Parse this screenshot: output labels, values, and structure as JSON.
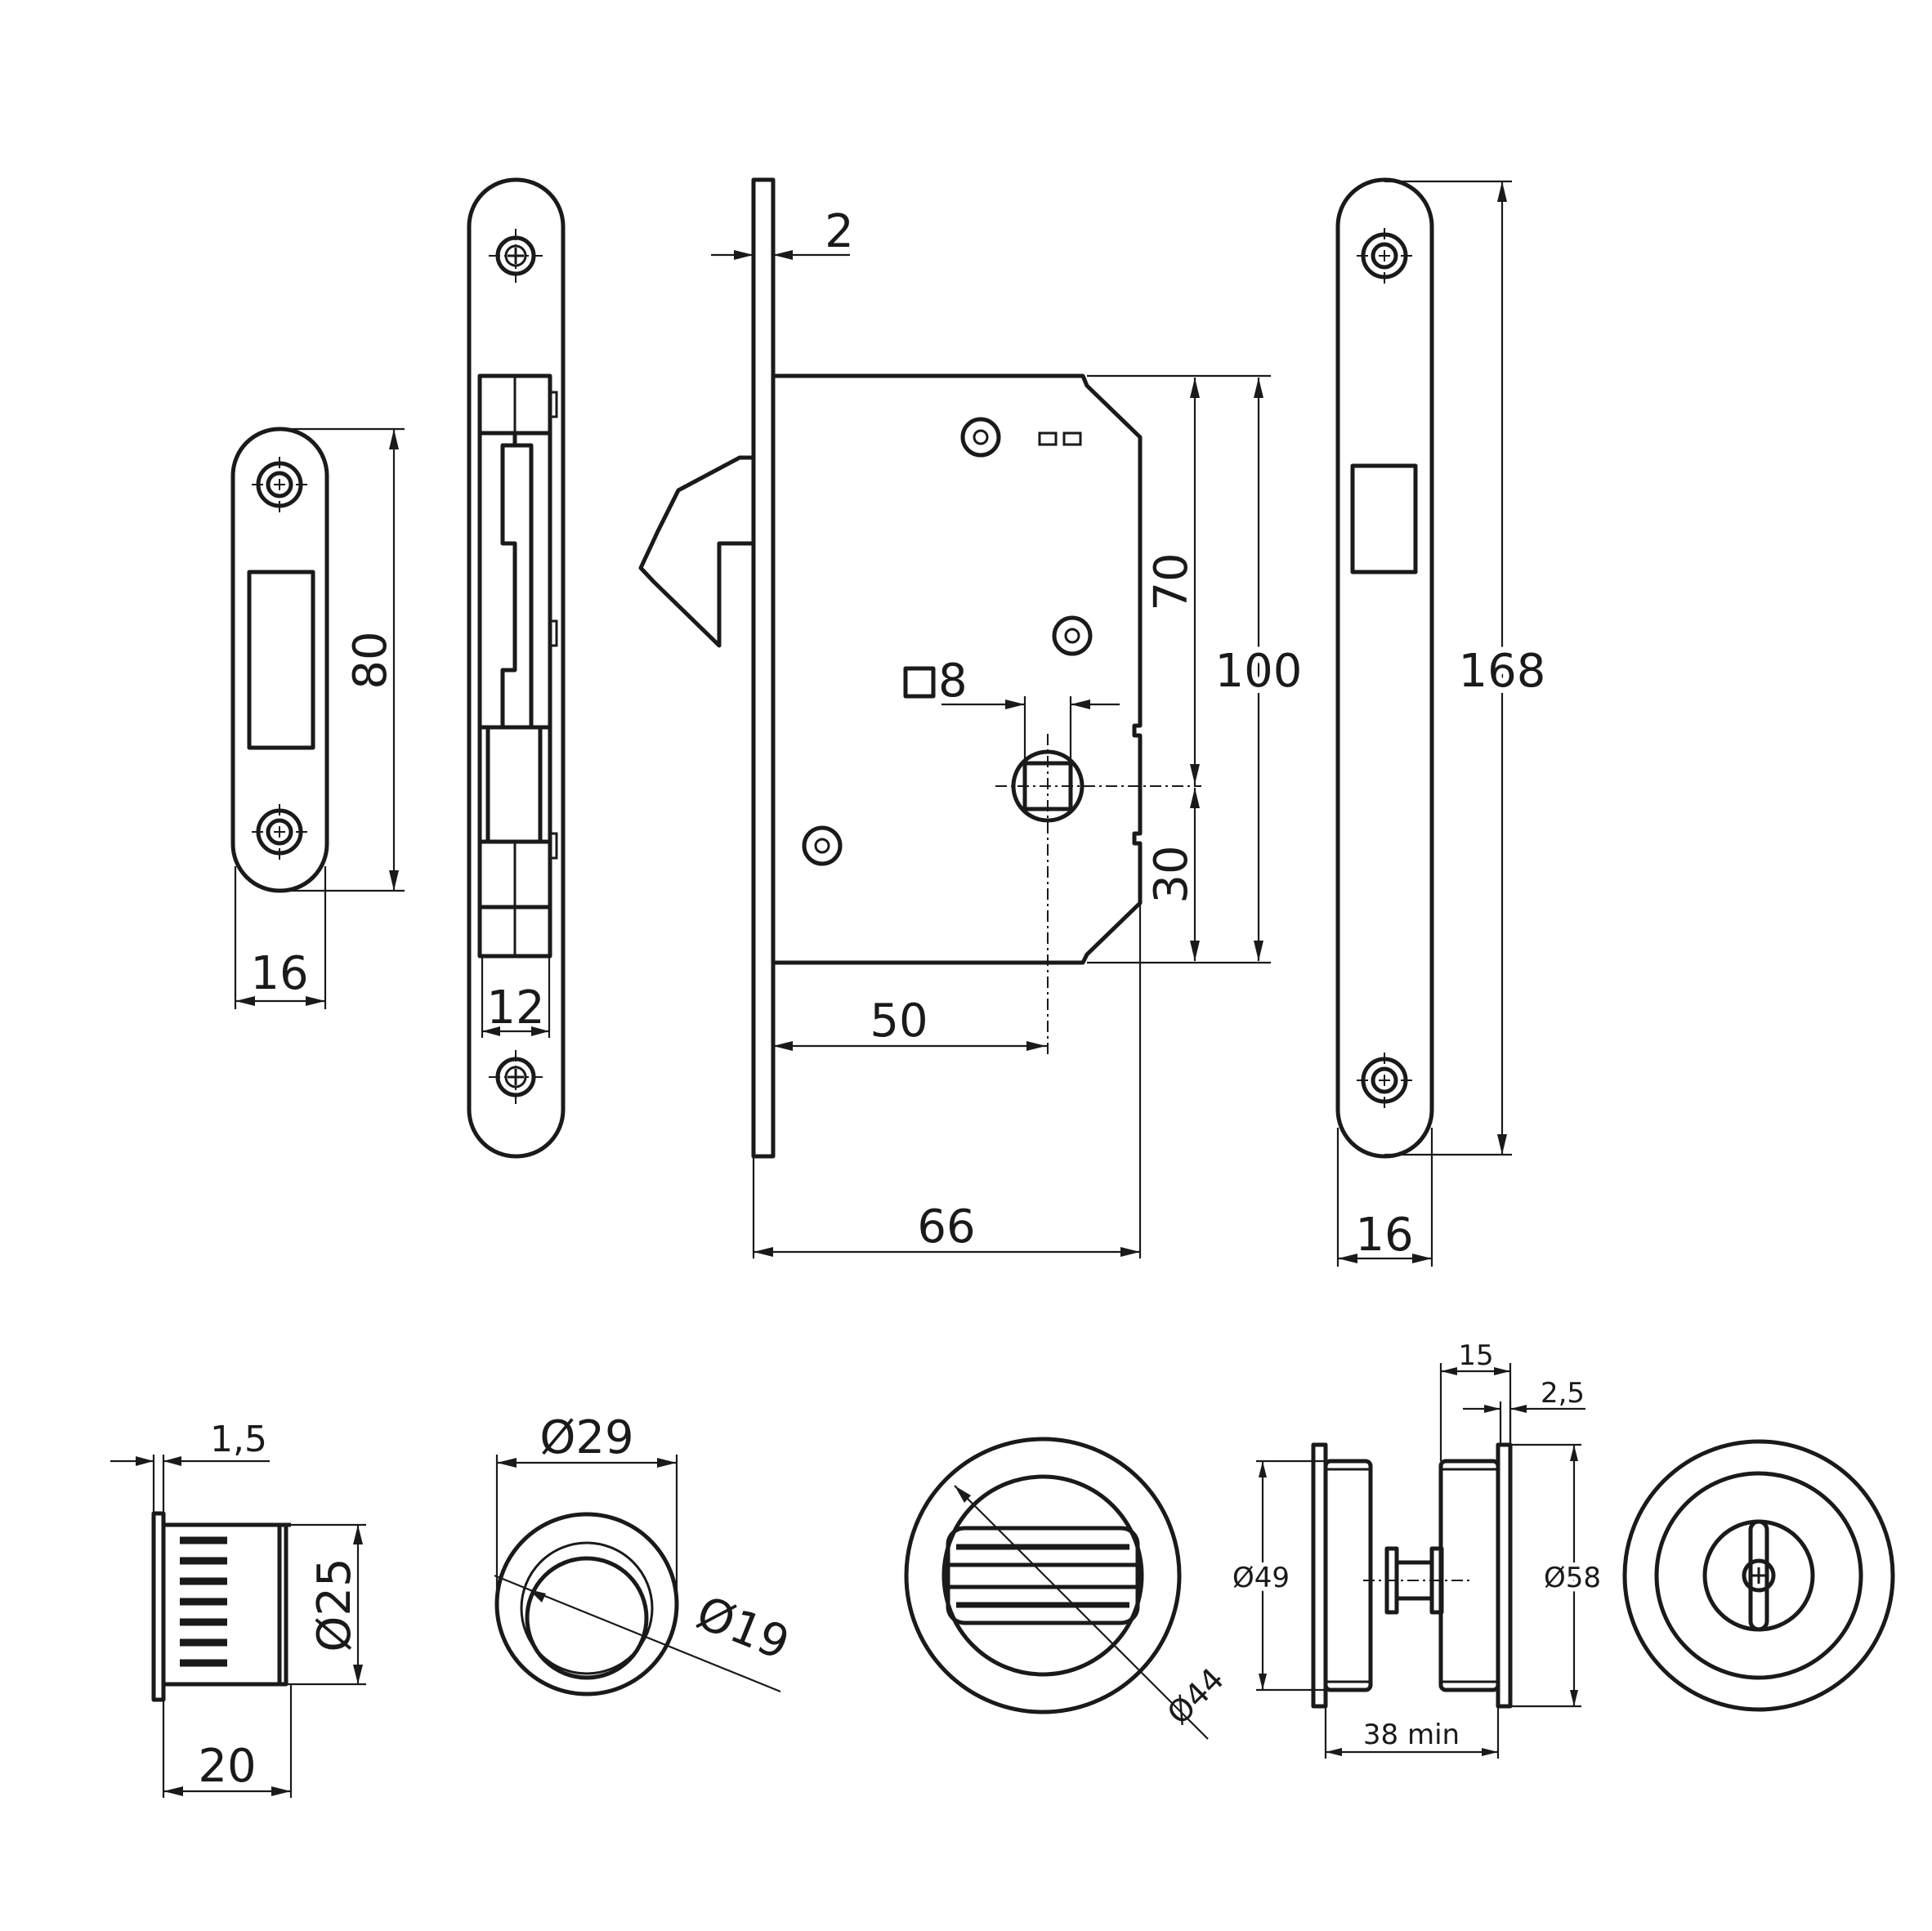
{
  "dimensions": {
    "strike_width": "16",
    "strike_height": "80",
    "faceplate_width": "12",
    "face_thickness": "2",
    "height_70": "70",
    "height_100": "100",
    "height_30": "30",
    "spindle": "8",
    "backset": "50",
    "case_depth": "66",
    "plate_height": "168",
    "plate_width": "16",
    "cyl_flange": "1,5",
    "cyl_diameter": "Ø25",
    "cyl_length": "20",
    "rose_outer": "Ø29",
    "rose_inner": "Ø19",
    "thumbturn_dia": "Ø44",
    "side_15": "15",
    "side_2_5": "2,5",
    "side_49": "Ø49",
    "side_58": "Ø58",
    "side_38": "38 min"
  }
}
